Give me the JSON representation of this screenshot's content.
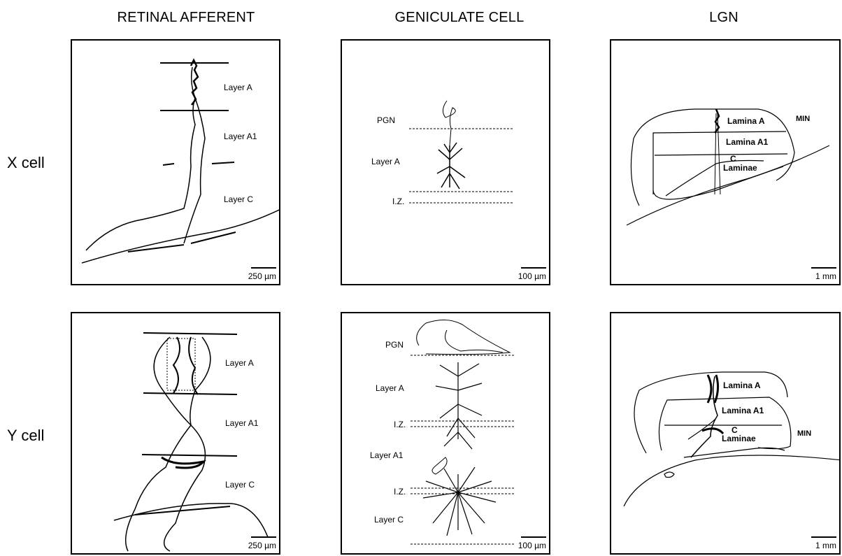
{
  "columns": [
    "RETINAL AFFERENT",
    "GENICULATE CELL",
    "LGN"
  ],
  "rows": [
    "X cell",
    "Y cell"
  ],
  "x_afferent": {
    "layers": [
      "Layer A",
      "Layer A1",
      "Layer C"
    ],
    "scale": "250 µm"
  },
  "x_geniculate": {
    "labels": [
      "PGN",
      "Layer A",
      "I.Z."
    ],
    "scale": "100 µm"
  },
  "x_lgn": {
    "laminae": [
      "Lamina A",
      "Lamina A1",
      "C",
      "Laminae"
    ],
    "min": "MIN",
    "scale": "1 mm"
  },
  "y_afferent": {
    "layers": [
      "Layer A",
      "Layer A1",
      "Layer C"
    ],
    "scale": "250 µm"
  },
  "y_geniculate": {
    "labels": [
      "PGN",
      "Layer A",
      "I.Z.",
      "Layer A1",
      "I.Z.",
      "Layer C"
    ],
    "scale": "100 µm"
  },
  "y_lgn": {
    "laminae": [
      "Lamina A",
      "Lamina A1",
      "C",
      "Laminae"
    ],
    "min": "MIN",
    "scale": "1 mm"
  }
}
